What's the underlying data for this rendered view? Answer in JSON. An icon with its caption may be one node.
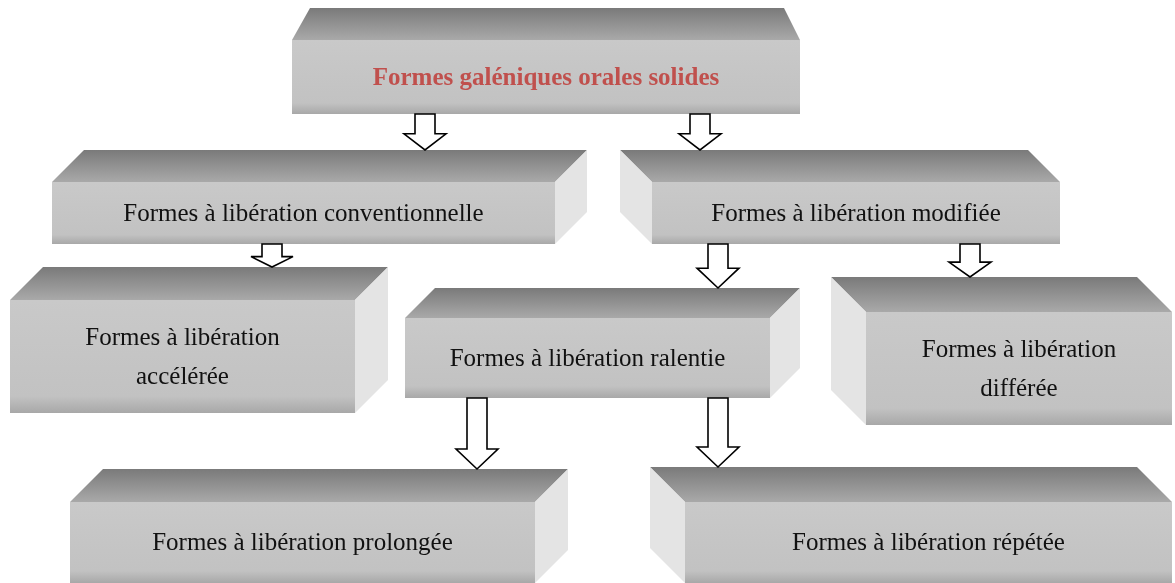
{
  "diagram": {
    "nodes": [
      {
        "text": [
          "Formes galéniques orales solides"
        ]
      },
      {
        "text": [
          "Formes à libération conventionnelle"
        ]
      },
      {
        "text": [
          "Formes à libération modifiée"
        ]
      },
      {
        "text": [
          "Formes à libération accélérée"
        ]
      },
      {
        "text": [
          "Formes à libération ralentie"
        ]
      },
      {
        "text": [
          "Formes à libération différée"
        ]
      },
      {
        "text": [
          "Formes à libération prolongée"
        ]
      },
      {
        "text": [
          "Formes à libération répétée"
        ]
      }
    ],
    "edges": [
      {
        "from": 0,
        "to": 1,
        "arrow": "to"
      },
      {
        "from": 0,
        "to": 2,
        "arrow": "to"
      },
      {
        "from": 1,
        "to": 3,
        "arrow": "to"
      },
      {
        "from": 2,
        "to": 4,
        "arrow": "to"
      },
      {
        "from": 2,
        "to": 5,
        "arrow": "to"
      },
      {
        "from": 4,
        "to": 6,
        "arrow": "to"
      },
      {
        "from": 4,
        "to": 7,
        "arrow": "to"
      }
    ]
  }
}
